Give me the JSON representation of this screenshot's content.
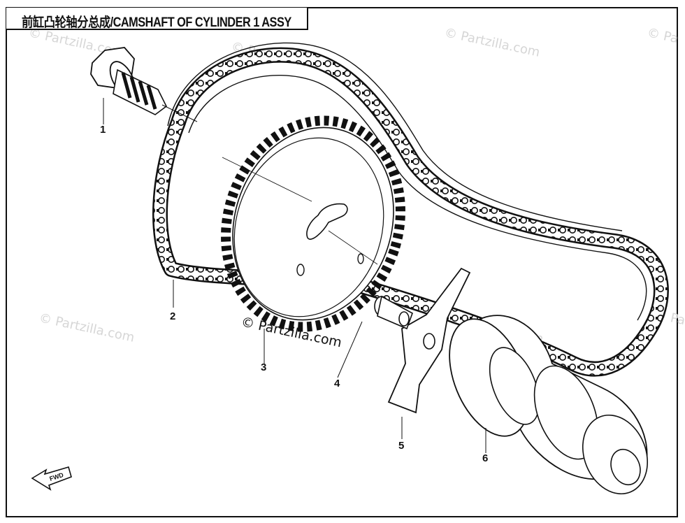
{
  "title": "前缸凸轮轴分总成/CAMSHAFT OF CYLINDER 1 ASSY",
  "callouts": [
    {
      "id": "1",
      "label": "1"
    },
    {
      "id": "2",
      "label": "2"
    },
    {
      "id": "3",
      "label": "3"
    },
    {
      "id": "4",
      "label": "4"
    },
    {
      "id": "5",
      "label": "5"
    },
    {
      "id": "6",
      "label": "6"
    }
  ],
  "fwd_label": "FWD",
  "watermark": "© Partzilla.com",
  "colors": {
    "ink": "#111111",
    "watermark": "#d6d6d6",
    "paper": "#ffffff"
  }
}
